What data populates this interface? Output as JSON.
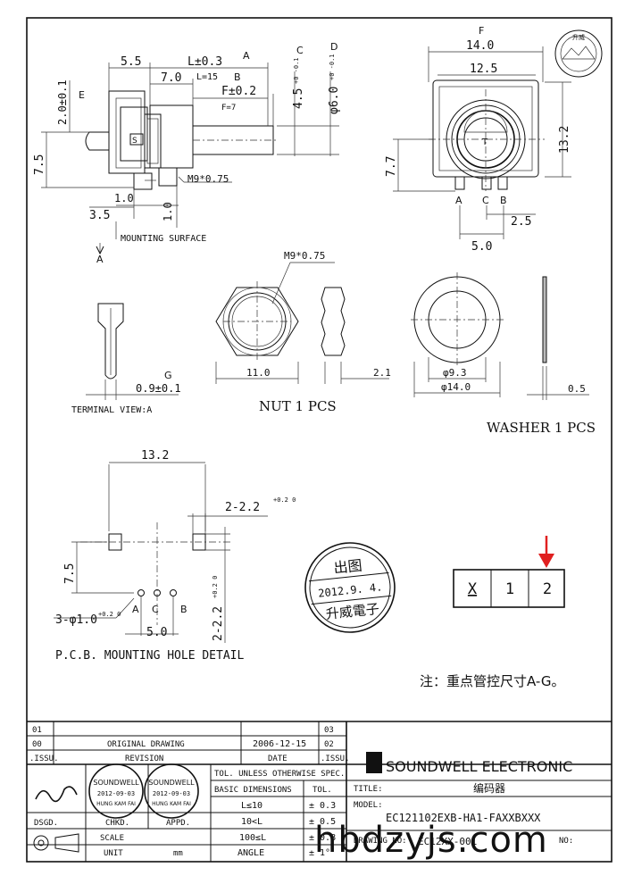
{
  "top_view": {
    "dim_5_5": "5.5",
    "dim_L": "L±0.3",
    "label_A": "A",
    "dim_L15": "L=15",
    "dim_7_0": "7.0",
    "label_B": "B",
    "dim_F": "F±0.2",
    "dim_F7": "F=7",
    "label_C": "C",
    "dim_4_5": "4.5",
    "tol_4_5": "+0 -0.1",
    "label_D": "D",
    "dim_dia6": "φ6.0",
    "tol_dia6": "+0 -0.1",
    "dim_2_0": "2.0±0.1",
    "label_E": "E",
    "dim_7_5": "7.5",
    "thread": "M9*0.75",
    "dim_1_0a": "1.0",
    "dim_1_0b": "1.0",
    "dim_3_5": "3.5",
    "mount": "MOUNTING SURFACE",
    "label_A2": "A"
  },
  "front_view": {
    "label_F": "F",
    "dim_14": "14.0",
    "dim_12_5": "12.5",
    "dim_13_2": "13.2",
    "dim_7_7": "7.7",
    "pins": [
      "A",
      "C",
      "B"
    ],
    "dim_2_5": "2.5",
    "dim_5_0": "5.0"
  },
  "terminal": {
    "label_G": "G",
    "dim": "0.9±0.1",
    "caption": "TERMINAL VIEW:A"
  },
  "nut": {
    "thread": "M9*0.75",
    "dim_11": "11.0",
    "dim_2_1": "2.1",
    "caption": "NUT 1 PCS"
  },
  "washer": {
    "dim_inner": "φ9.3",
    "dim_outer": "φ14.0",
    "dim_thk": "0.5",
    "caption": "WASHER 1 PCS"
  },
  "pcb": {
    "dim_13_2": "13.2",
    "dim_slot": "2-2.2",
    "tol_slot": "+0.2 0",
    "dim_7_5": "7.5",
    "dim_slot_v": "2-2.2",
    "tol_slot_v": "+0.2 0",
    "holes": "3-φ1.0",
    "tol_holes": "+0.2 0",
    "pins": [
      "A",
      "C",
      "B"
    ],
    "dim_5_0": "5.0",
    "caption": "P.C.B. MOUNTING HOLE DETAIL"
  },
  "stamp_main": {
    "top": "出图",
    "date": "2012.9.  4.",
    "bottom": "升威電子"
  },
  "option_boxes": [
    "X",
    "1",
    "2"
  ],
  "note": "注：重点管控尺寸A-G。",
  "logo_text": "升威",
  "title_block": {
    "rev_rows": [
      {
        "no": "01",
        "desc": "",
        "date": "",
        "right": "03"
      },
      {
        "no": "00",
        "desc": "ORIGINAL DRAWING",
        "date": "2006-12-15",
        "right": "02"
      },
      {
        "no": ".ISSU.",
        "desc": "REVISION",
        "date": "DATE",
        "right": ".ISSU."
      }
    ],
    "company": "SOUNDWELL  ELECTRONIC",
    "tol_header": "TOL. UNLESS OTHERWISE SPEC.",
    "basic_dim": "BASIC DIMENSIONS",
    "tol_col": "TOL.",
    "tol_rows": [
      {
        "range": "L≤10",
        "tol": "± 0.3"
      },
      {
        "range": "10<L",
        "tol": "± 0.5"
      },
      {
        "range": "100≤L",
        "tol": "± 0.8"
      },
      {
        "range": "ANGLE",
        "tol": "± 1°"
      }
    ],
    "title_label": "TITLE:",
    "title_value": "编码器",
    "model_label": "MODEL:",
    "model_value": "EC121102EXB-HA1-FAXXBXXX",
    "drawing_label": "DRAWING NO:",
    "drawing_value": "EC12XX-001",
    "no_label": "NO:",
    "dsgd": "DSGD.",
    "chkd": "CHKD.",
    "appd": "APPD.",
    "scale": "SCALE",
    "unit": "UNIT",
    "unit_value": "mm",
    "stamp1": {
      "top": "SOUNDWELL",
      "date": "2012-09-03",
      "bottom": "HUNG KAM FAI"
    },
    "stamp2": {
      "top": "SOUNDWELL",
      "date": "2012-09-03",
      "bottom": "HUNG KAM FAI"
    }
  },
  "watermark": "hbdzyjs.com"
}
